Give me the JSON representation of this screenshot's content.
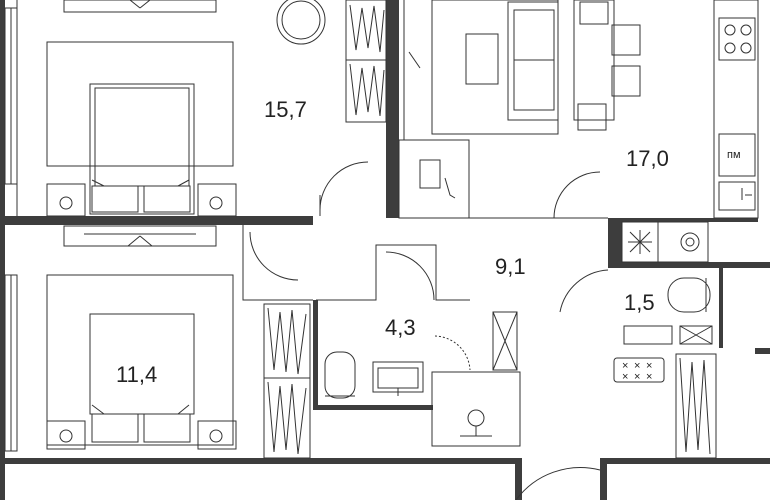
{
  "rooms": {
    "bedroom_large": {
      "area": "15,7"
    },
    "living_kitchen": {
      "area": "17,0"
    },
    "hall": {
      "area": "9,1"
    },
    "bathroom": {
      "area": "4,3"
    },
    "bedroom_small": {
      "area": "11,4"
    },
    "wc": {
      "area": "1,5"
    }
  },
  "appliances": {
    "dishwasher_label": "пм"
  },
  "colors": {
    "wall": "#3d3d3d",
    "line": "#333333",
    "background": "#ffffff"
  }
}
